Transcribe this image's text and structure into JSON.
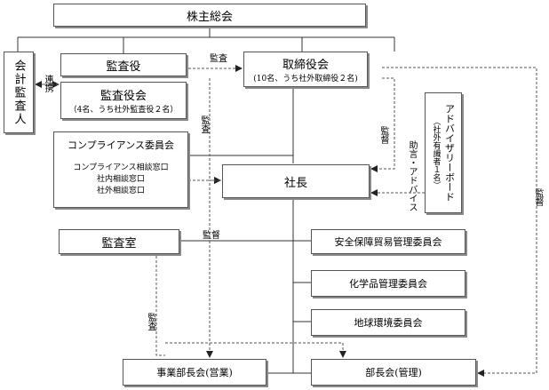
{
  "nodes": {
    "shareholders": "株主総会",
    "auditor_external": "会計監査人",
    "audit_board_member": "監査役",
    "audit_board": "監査役会",
    "audit_board_note": "（4名、うち社外監査役２名）",
    "board": "取締役会",
    "board_note": "(10名、うち社外取締役２名)",
    "compliance": "コンプライアンス委員会",
    "compliance_desks": [
      "コンプライアンス相談窓口",
      "社内相談窓口",
      "社外相談窓口"
    ],
    "advisory_board": "アドバイザリーボード",
    "advisory_note": "（社外有識者１名）",
    "president": "社長",
    "audit_office": "監査室",
    "security_trade": "安全保障貿易管理委員会",
    "chemicals": "化学品管理委員会",
    "environment": "地球環境委員会",
    "business_mgrs": "事業部長会(営業)",
    "dept_mgrs": "部長会(管理)"
  },
  "labels": {
    "audit": "監査",
    "cooperation": "連携",
    "supervision": "監督",
    "advice": "助言・アドバイス"
  },
  "colors": {
    "line": "#333333",
    "dashed": "#555555",
    "shadow": "#8a8a8a"
  }
}
